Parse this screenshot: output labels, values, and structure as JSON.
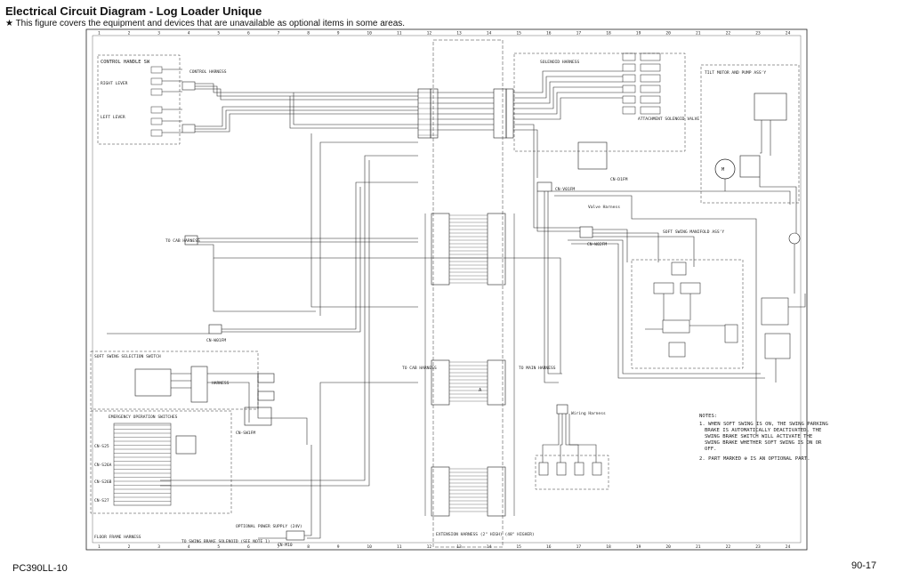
{
  "header": {
    "title": "Electrical Circuit Diagram - Log Loader Unique",
    "subtitle": "★ This figure covers the equipment and devices that are unavailable as optional items in some areas."
  },
  "footer": {
    "model": "PC390LL-10",
    "page": "90-17"
  },
  "diagram": {
    "grid_numbers": [
      "1",
      "2",
      "3",
      "4",
      "5",
      "6",
      "7",
      "8",
      "9",
      "10",
      "11",
      "12",
      "13",
      "14",
      "15",
      "16",
      "17",
      "18",
      "19",
      "20",
      "21",
      "22",
      "23",
      "24"
    ],
    "labels": {
      "control_handle_sw": "CONTROL HANDLE SW",
      "control_harness": "CONTROL HARNESS",
      "right_lever": "RIGHT LEVER",
      "left_lever": "LEFT LEVER",
      "solenoid_harness": "SOLENOID HARNESS",
      "attachment_valve": "ATTACHMENT SOLENOID VALVE",
      "tilt_motor": "TILT MOTOR AND PUMP ASS'Y",
      "valve_harness": "Valve Harness",
      "soft_swing": "SOFT SWING MANIFOLD ASS'Y",
      "soft_swing_sel": "SOFT SWING SELECTION SWITCH",
      "emergency_sw": "EMERGENCY OPERATION SWITCHES",
      "floor_frame": "FLOOR FRAME HARNESS",
      "to_swing_brake": "TO SWING BRAKE SOLENOID (SEE NOTE 1)",
      "optional_power": "OPTIONAL POWER SUPPLY (24V)",
      "extension_harness": "EXTENSION HARNESS (2\" HIGH) (48\" HIGHER)",
      "wiring_harness": "Wiring Harness",
      "harness": "HARNESS",
      "cn_m10": "CN-M10",
      "cn_w01": "CN-W01FM",
      "cn_w02": "CN-W02FM",
      "cn_v01": "CN-V01FM",
      "cn_d1": "CN-D1FM",
      "cn_s25": "CN-S25",
      "cn_s26a": "CN-S26A",
      "cn_s26b": "CN-S26B",
      "cn_s27": "CN-S27",
      "cn_sw1": "CN-SW1FM",
      "to_cab": "TO CAB HARNESS",
      "to_main": "TO MAIN HARNESS",
      "a_marker": "A"
    },
    "notes": {
      "heading": "NOTES:",
      "n1a": "1. WHEN SOFT SWING IS ON, THE SWING PARKING",
      "n1b": "BRAKE IS AUTOMATICALLY DEACTIVATED. THE",
      "n1c": "SWING BRAKE SWITCH WILL ACTIVATE THE",
      "n1d": "SWING BRAKE WHETHER SOFT SWING IS ON OR",
      "n1e": "OFF.",
      "n2": "2. PART MARKED ⊕ IS AN OPTIONAL PART."
    }
  }
}
